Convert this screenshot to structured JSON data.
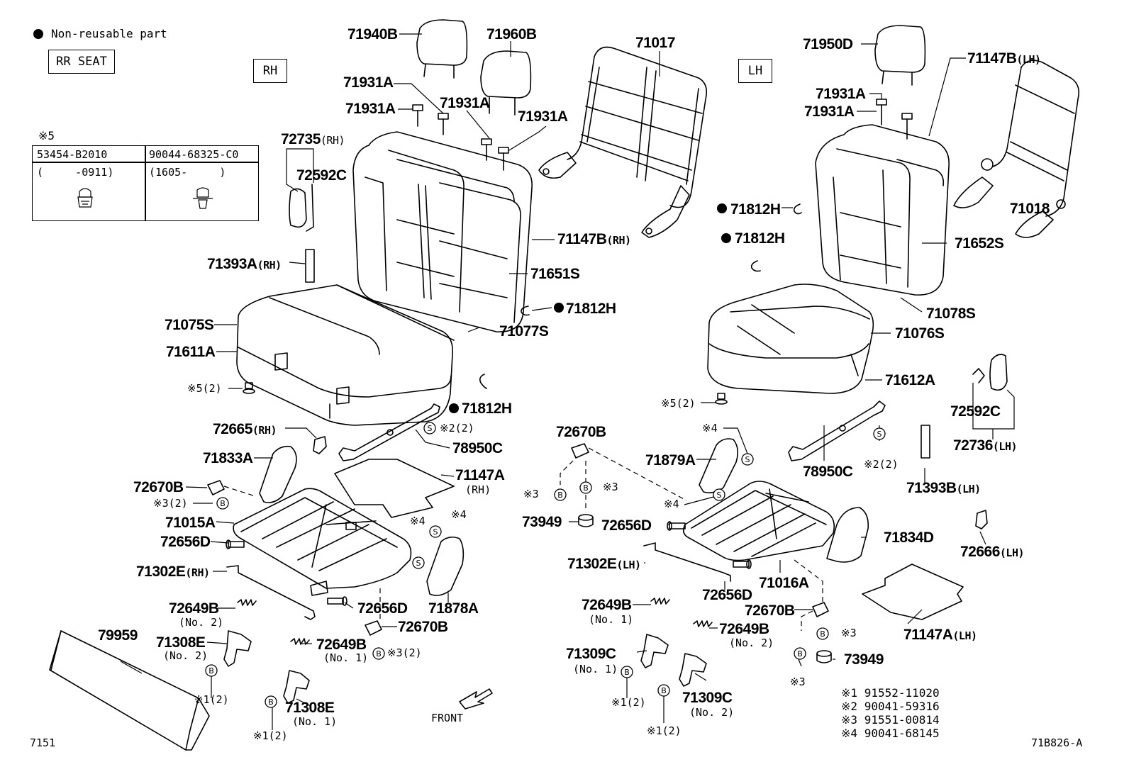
{
  "header": {
    "non_reusable_legend": "Non-reusable part",
    "rr_seat": "RR SEAT",
    "rh": "RH",
    "lh": "LH"
  },
  "table": {
    "title": "※5",
    "col1_part": "53454-B2010",
    "col1_range": "(     -0911)",
    "col2_part": "90044-68325-C0",
    "col2_range": "(1605-     )"
  },
  "parts": {
    "p71940B": "71940B",
    "p71960B": "71960B",
    "p71017": "71017",
    "p71931A_1": "71931A",
    "p71931A_2": "71931A",
    "p71931A_3": "71931A",
    "p71931A_4": "71931A",
    "p72735": "72735",
    "p72735_side": "(RH)",
    "p72592C_rh": "72592C",
    "p71147B_rh": "71147B",
    "p71147B_rh_side": "(RH)",
    "p71393A": "71393A",
    "p71393A_side": "(RH)",
    "p71651S": "71651S",
    "p71812H_rh": "71812H",
    "p71075S": "71075S",
    "p71077S": "71077S",
    "p71611A": "71611A",
    "p5_2_rh": "※5(2)",
    "p71812H_rh2": "71812H",
    "p72665": "72665",
    "p72665_side": "(RH)",
    "p2_2_rh": "※2(2)",
    "p78950C_rh": "78950C",
    "p71833A": "71833A",
    "p71147A_rh": "71147A",
    "p71147A_rh_side": "(RH)",
    "p72670B_rh": "72670B",
    "p3_2_rh": "※3(2)",
    "p71015A": "71015A",
    "p4_rh_a": "※4",
    "p4_rh_b": "※4",
    "p72656D_rh": "72656D",
    "p71302E_rh": "71302E",
    "p71302E_rh_side": "(RH)",
    "p72649B_rh": "72649B",
    "p72649B_rh_sub": "(No. 2)",
    "p72656D_rh2": "72656D",
    "p71878A": "71878A",
    "p72670B_rh2": "72670B",
    "p79959": "79959",
    "p71308E_a": "71308E",
    "p71308E_a_sub": "(No. 2)",
    "p72649B_rh2": "72649B",
    "p72649B_rh2_sub": "(No. 1)",
    "p3_2_rh2": "※3(2)",
    "p1_2_rh": "※1(2)",
    "p71308E_b": "71308E",
    "p71308E_b_sub": "(No. 1)",
    "p1_2_rh2": "※1(2)",
    "front": "FRONT",
    "p71950D": "71950D",
    "p71147B_lh": "71147B",
    "p71147B_lh_side": "(LH)",
    "p71931A_5": "71931A",
    "p71931A_6": "71931A",
    "p71018": "71018",
    "p71812H_lh": "71812H",
    "p71812H_lh2": "71812H",
    "p71652S": "71652S",
    "p71078S": "71078S",
    "p71076S": "71076S",
    "p71612A": "71612A",
    "p5_2_lh": "※5(2)",
    "p72592C_lh": "72592C",
    "p72736": "72736",
    "p72736_side": "(LH)",
    "p72670B_lh": "72670B",
    "p4_lh_a": "※4",
    "p71879A": "71879A",
    "p78950C_lh": "78950C",
    "p2_2_lh": "※2(2)",
    "p71393B": "71393B",
    "p71393B_side": "(LH)",
    "p3_lh_a": "※3",
    "p3_lh_b": "※3",
    "p73949_a": "73949",
    "p72656D_lh": "72656D",
    "p4_lh_b": "※4",
    "p71834D": "71834D",
    "p72666": "72666",
    "p72666_side": "(LH)",
    "p71302E_lh": "71302E",
    "p71302E_lh_side": "(LH)",
    "p72656D_lh2": "72656D",
    "p71016A": "71016A",
    "p72649B_lh": "72649B",
    "p72649B_lh_sub": "(No. 1)",
    "p72670B_lh2": "72670B",
    "p72649B_lh2": "72649B",
    "p72649B_lh2_sub": "(No. 2)",
    "p3_lh_c": "※3",
    "p71147A_lh": "71147A",
    "p71147A_lh_side": "(LH)",
    "p71309C_a": "71309C",
    "p71309C_a_sub": "(No. 1)",
    "p73949_b": "73949",
    "p3_lh_d": "※3",
    "p1_2_lh": "※1(2)",
    "p71309C_b": "71309C",
    "p71309C_b_sub": "(No. 2)",
    "p1_2_lh2": "※1(2)"
  },
  "footnotes": [
    {
      "mark": "※1",
      "part": "91552-11020"
    },
    {
      "mark": "※2",
      "part": "90041-59316"
    },
    {
      "mark": "※3",
      "part": "91551-00814"
    },
    {
      "mark": "※4",
      "part": "90041-68145"
    }
  ],
  "footer": {
    "left_code": "7151",
    "right_code": "71B826-A"
  },
  "icons": {
    "dot": "non-reusable-dot-icon",
    "bolt_b": "bolt-b-icon",
    "screw_s": "screw-s-icon",
    "clip": "clip-icon",
    "front_arrow": "front-arrow-icon"
  }
}
